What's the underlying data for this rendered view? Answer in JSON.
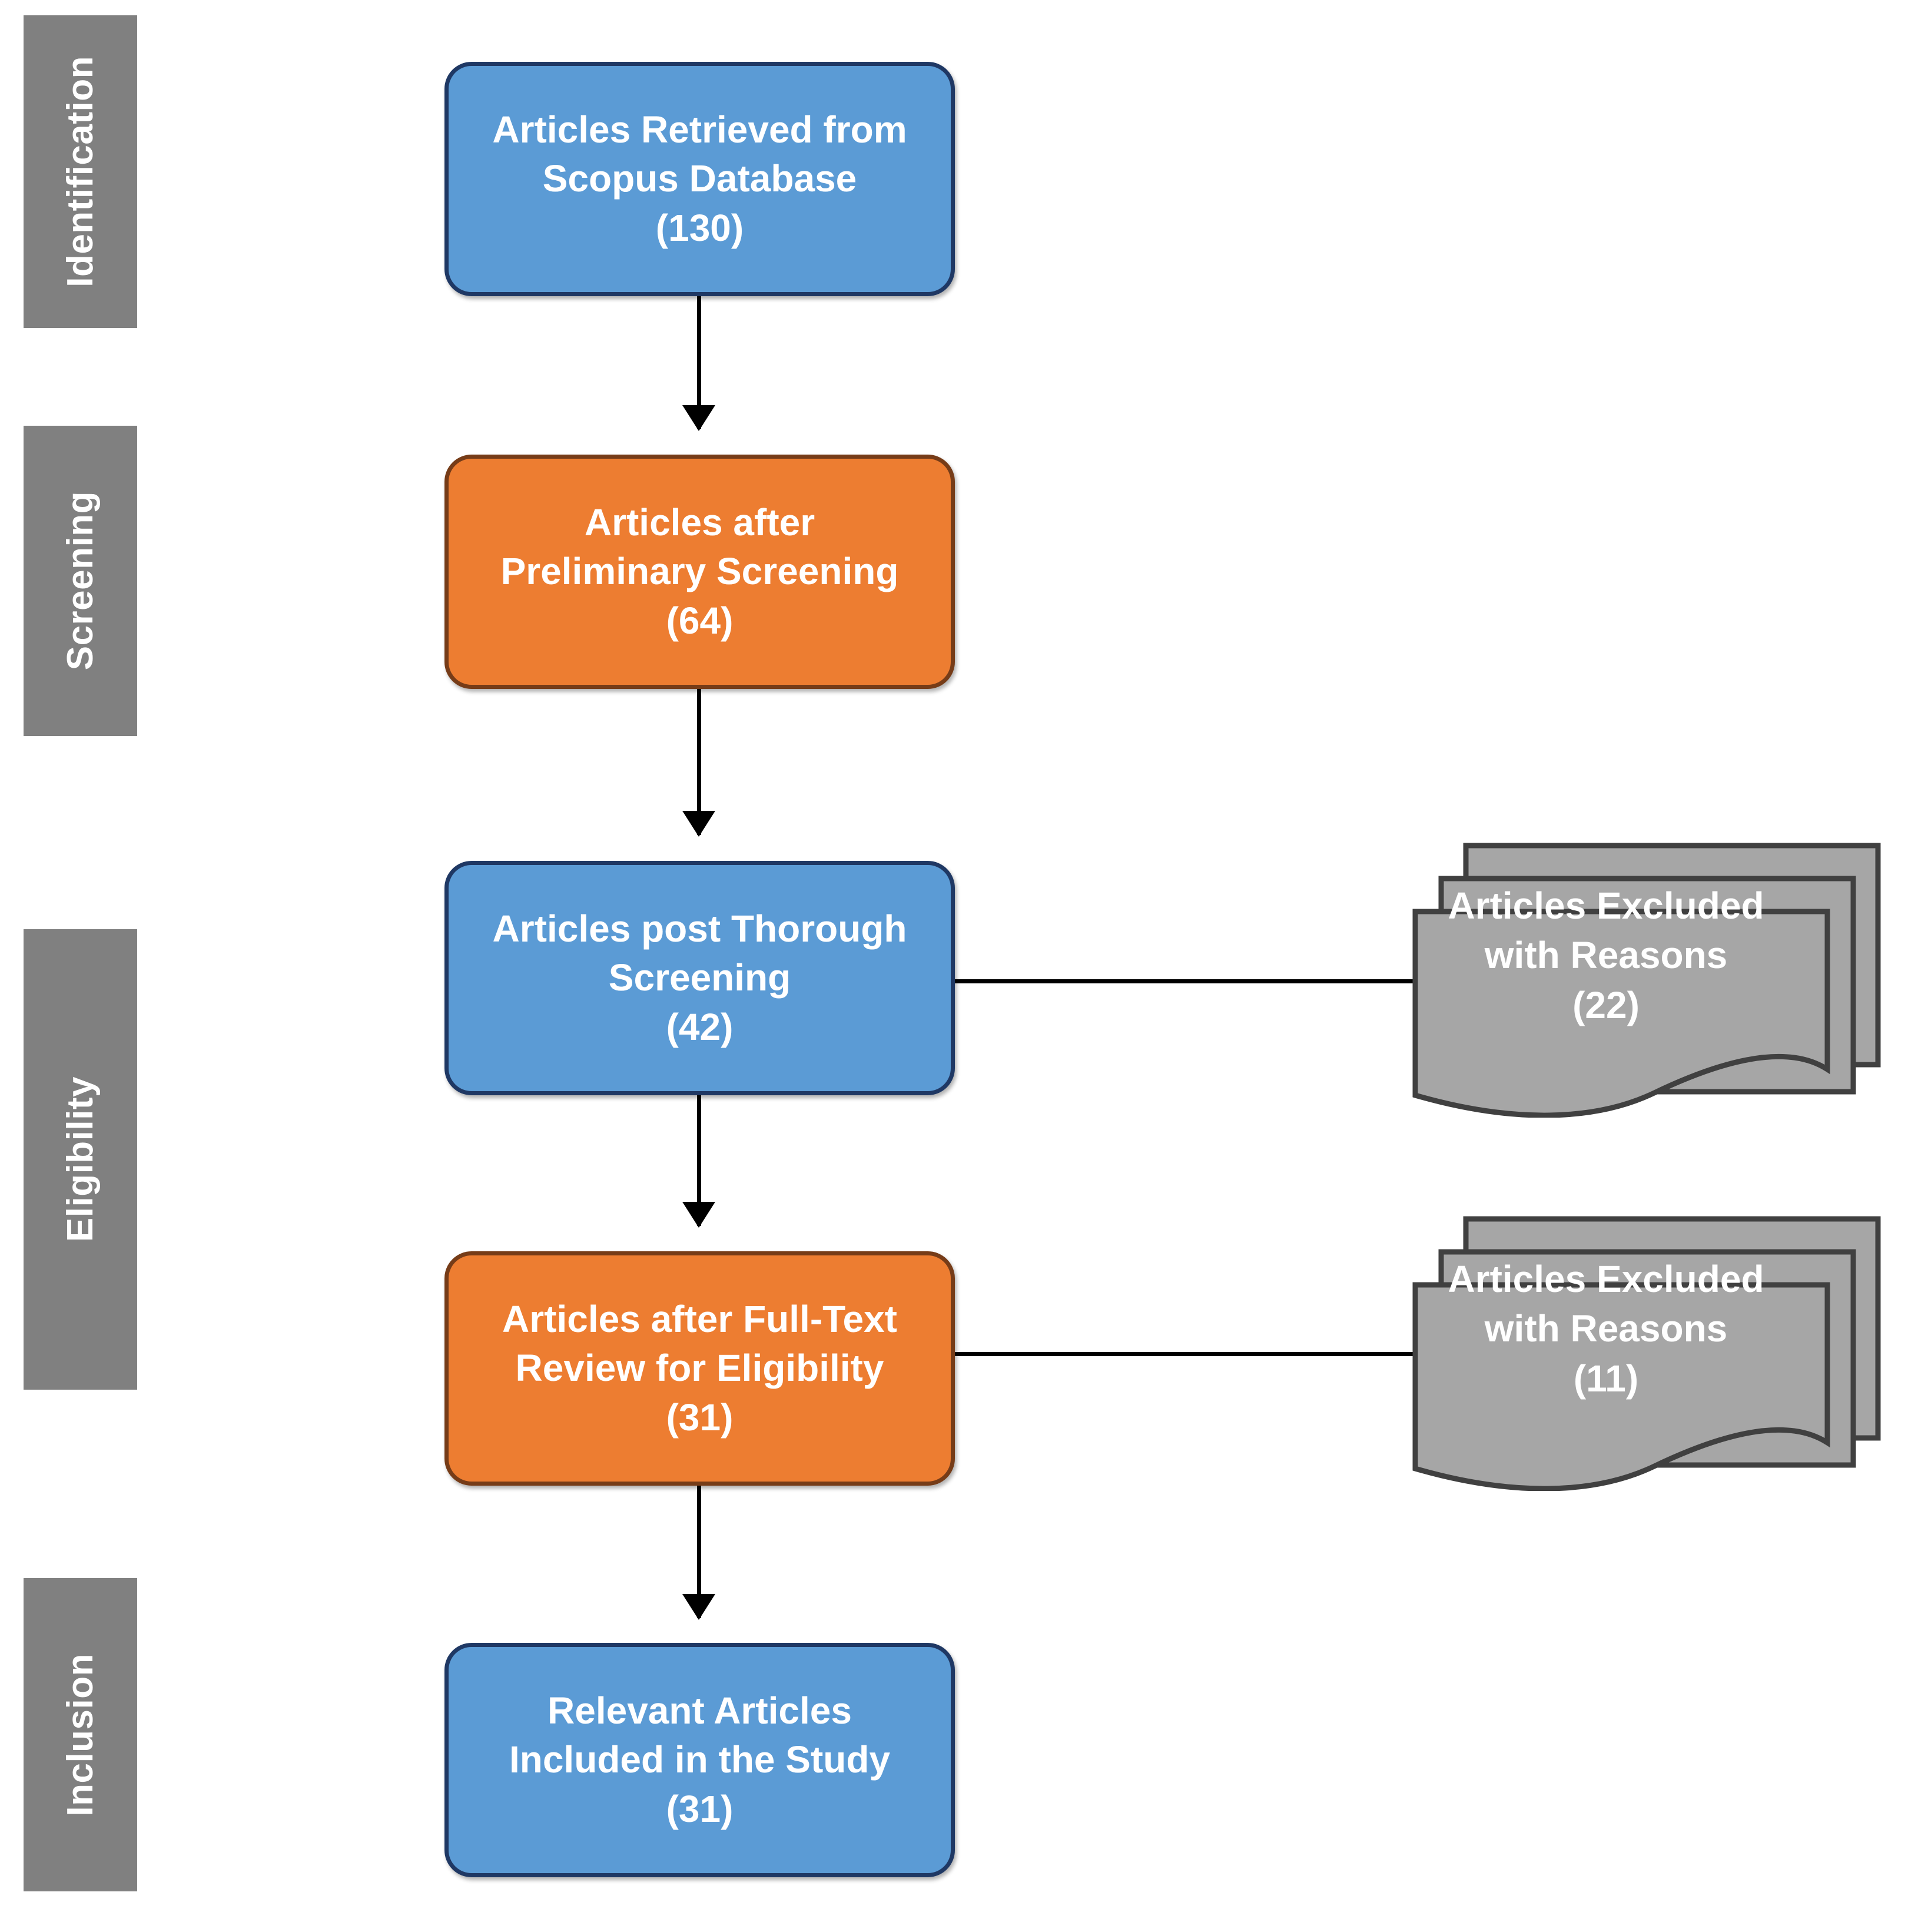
{
  "diagram": {
    "title": "PRISMA Article Selection Flow Diagram",
    "colors": {
      "blue_fill": "#5B9BD5",
      "blue_border": "#1F3864",
      "orange_fill": "#ED7D31",
      "orange_border": "#763C18",
      "gray_bar": "#808080",
      "doc_fill": "#A6A6A6",
      "doc_border": "#404040",
      "connector": "#000000",
      "text": "#FFFFFF"
    }
  },
  "stages": [
    {
      "id": "identification",
      "label": "Identification"
    },
    {
      "id": "screening",
      "label": "Screening"
    },
    {
      "id": "eligibility",
      "label": "Eligibility"
    },
    {
      "id": "inclusion",
      "label": "Inclusion"
    }
  ],
  "boxes": [
    {
      "id": "identification",
      "style": "blue",
      "line1": "Articles Retrieved from",
      "line2": "Scopus Database",
      "count": "(130)"
    },
    {
      "id": "screening",
      "style": "orange",
      "line1": "Articles after",
      "line2": "Preliminary Screening",
      "count": "(64)"
    },
    {
      "id": "thorough",
      "style": "blue",
      "line1": "Articles post Thorough",
      "line2": "Screening",
      "count": "(42)"
    },
    {
      "id": "fulltext",
      "style": "orange",
      "line1": "Articles after Full-Text",
      "line2": "Review for Eligibility",
      "count": "(31)"
    },
    {
      "id": "included",
      "style": "blue",
      "line1": "Relevant Articles",
      "line2": "Included in the Study",
      "count": "(31)"
    }
  ],
  "excluded_documents": [
    {
      "id": "excluded-1",
      "line1": "Articles Excluded",
      "line2": "with Reasons",
      "count": "(22)"
    },
    {
      "id": "excluded-2",
      "line1": "Articles Excluded",
      "line2": "with Reasons",
      "count": "(11)"
    }
  ],
  "chart_data": {
    "type": "diagram",
    "title": "PRISMA Article Selection Flow",
    "nodes": [
      {
        "stage": "Identification",
        "label": "Articles Retrieved from Scopus Database",
        "value": 130
      },
      {
        "stage": "Screening",
        "label": "Articles after Preliminary Screening",
        "value": 64
      },
      {
        "stage": "Eligibility",
        "label": "Articles post Thorough Screening",
        "value": 42
      },
      {
        "stage": "Eligibility",
        "label": "Articles Excluded with Reasons",
        "value": 22
      },
      {
        "stage": "Eligibility",
        "label": "Articles after Full-Text Review for Eligibility",
        "value": 31
      },
      {
        "stage": "Eligibility",
        "label": "Articles Excluded with Reasons",
        "value": 11
      },
      {
        "stage": "Inclusion",
        "label": "Relevant Articles Included in the Study",
        "value": 31
      }
    ]
  }
}
